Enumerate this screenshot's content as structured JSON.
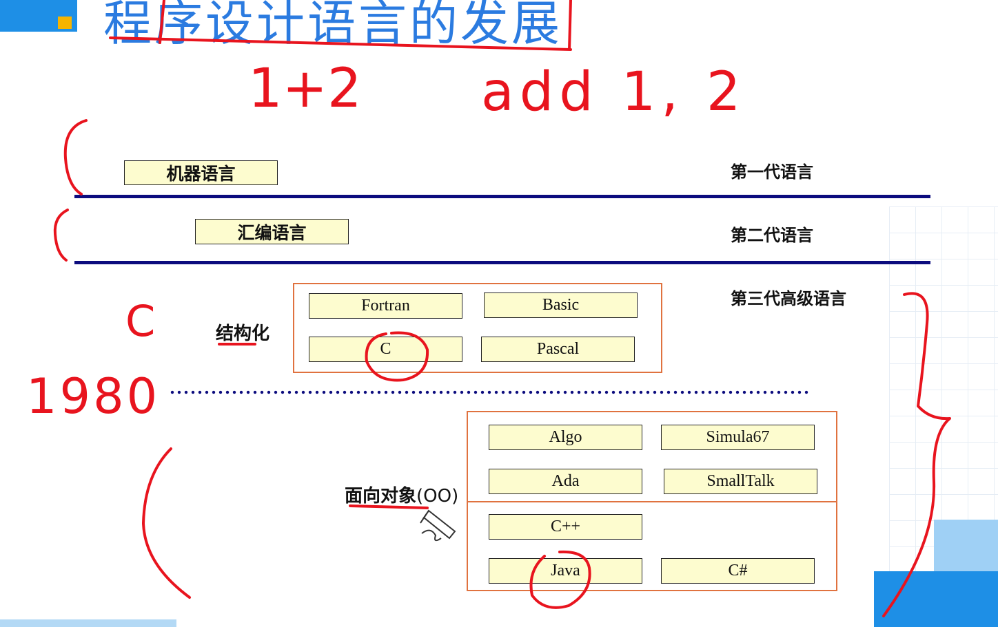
{
  "title": "程序设计语言的发展",
  "generations": {
    "first": "第一代语言",
    "second": "第二代语言",
    "third": "第三代高级语言"
  },
  "boxes": {
    "machine": "机器语言",
    "assembly": "汇编语言"
  },
  "structured": {
    "label": "结构化",
    "languages": [
      "Fortran",
      "Basic",
      "C",
      "Pascal"
    ]
  },
  "oo": {
    "label_cn": "面向对象",
    "label_en": "(OO)",
    "languages": [
      "Algo",
      "Simula67",
      "Ada",
      "SmallTalk",
      "C++",
      "Java",
      "C#"
    ]
  },
  "annotations": {
    "expr": "1+2",
    "asm": "add 1, 2",
    "c": "C",
    "year": "1980"
  },
  "colors": {
    "ink": "#e8141e",
    "title": "#2b7be0",
    "rule": "#0c0c7e",
    "box_fill": "#fdfccf",
    "group_border": "#e0723f",
    "accent_blue": "#1e8fe6"
  },
  "icons": [
    "pen-cursor-icon"
  ]
}
